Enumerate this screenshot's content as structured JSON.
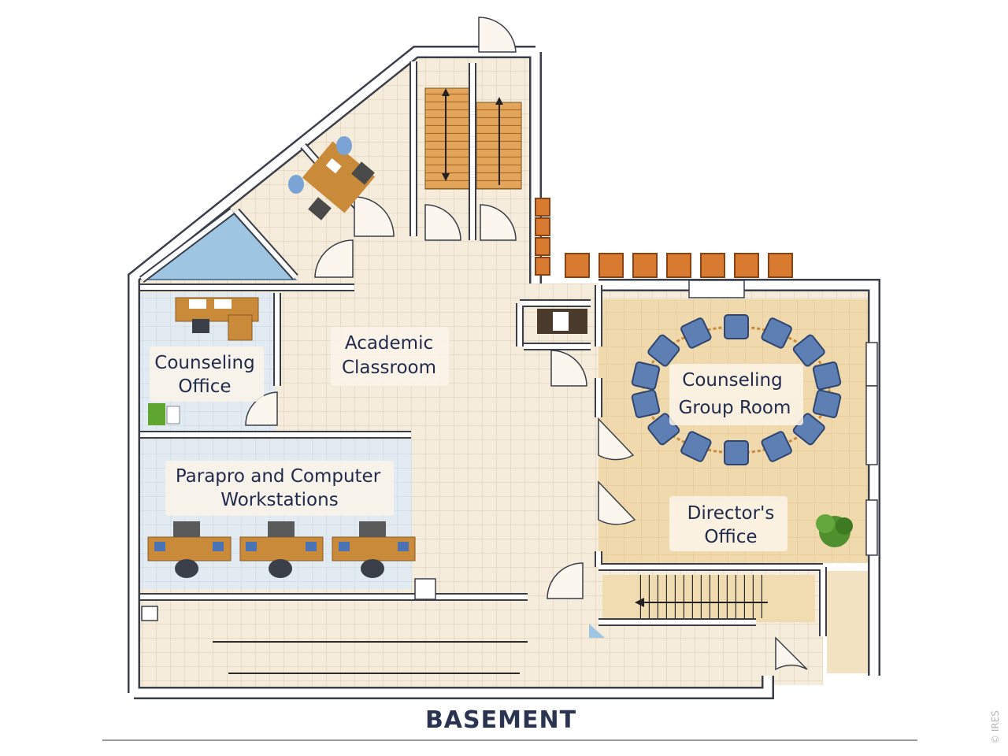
{
  "title": "BASEMENT",
  "credit": "© IRES",
  "rooms": {
    "academic_classroom": [
      "Academic",
      "Classroom"
    ],
    "counseling_office": [
      "Counseling",
      "Office"
    ],
    "counseling_group_room": [
      "Counseling",
      "Group Room"
    ],
    "parapro_workstations": [
      "Parapro and Computer",
      "Workstations"
    ],
    "directors_office": [
      "Director's",
      "Office"
    ]
  },
  "colors": {
    "wall": "#ffffff",
    "wall_outline": "#3a3f4a",
    "floor_tile": "#f4ead8",
    "floor_warm": "#f1dcb4",
    "floor_blue": "#dde7f1",
    "glass": "#9ec6e3",
    "chair": "#5d7fb3",
    "desk": "#c98a3a",
    "stairs": "#e0a454",
    "cabinet": "#d87a30",
    "plant": "#4f8f2e"
  }
}
